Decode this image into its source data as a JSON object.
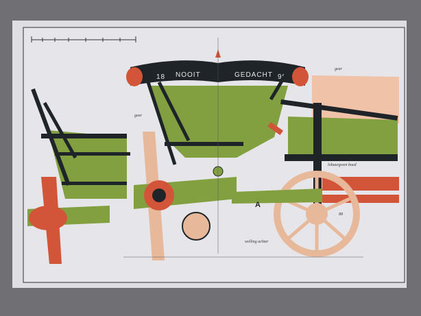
{
  "plate": {
    "year_left": "18",
    "word_left": "NOOIT",
    "word_right": "GEDACHT",
    "year_right": "99"
  },
  "annotations": {
    "point": "A",
    "wheel_note": "welling achter",
    "bolt_note": "lobuurgwen boed",
    "gear_left": "gear",
    "gear_right": "gear",
    "dim_88": "88"
  },
  "colors": {
    "paper": "#e6e6ea",
    "green": "#7f9a3e",
    "black": "#1f2429",
    "red": "#d2553a",
    "wood": "#e8b89a"
  }
}
